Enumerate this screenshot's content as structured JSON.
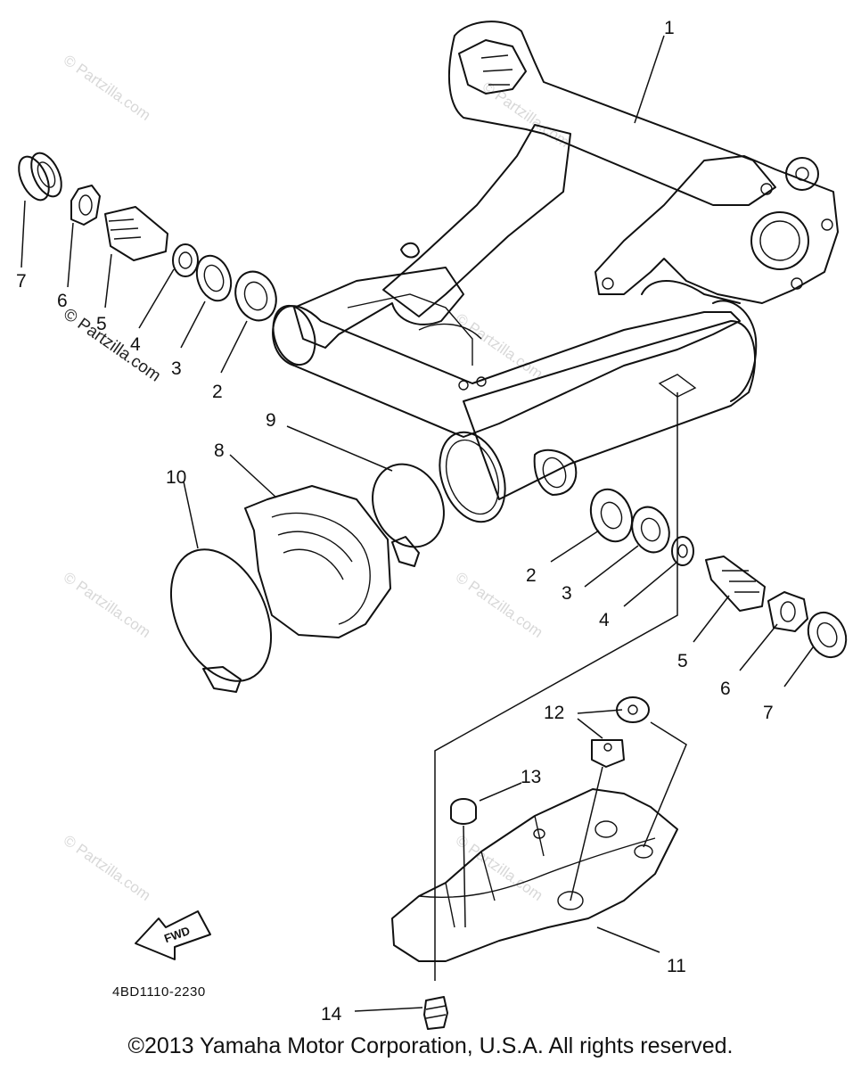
{
  "diagram": {
    "drawing_code": "4BD1110-2230",
    "direction_label": "FWD",
    "callouts": [
      "1",
      "2",
      "3",
      "4",
      "5",
      "6",
      "7",
      "8",
      "9",
      "10",
      "11",
      "12",
      "13",
      "14"
    ],
    "left_stack_labels": [
      "7",
      "6",
      "5",
      "4",
      "3",
      "2"
    ],
    "right_stack_labels": [
      "2",
      "3",
      "4",
      "5",
      "6",
      "7"
    ]
  },
  "watermarks": {
    "text": "© Partzilla.com",
    "featured_text": "© Partzilla.com"
  },
  "footer": {
    "copyright": "©2013 Yamaha Motor Corporation, U.S.A. All rights reserved."
  }
}
